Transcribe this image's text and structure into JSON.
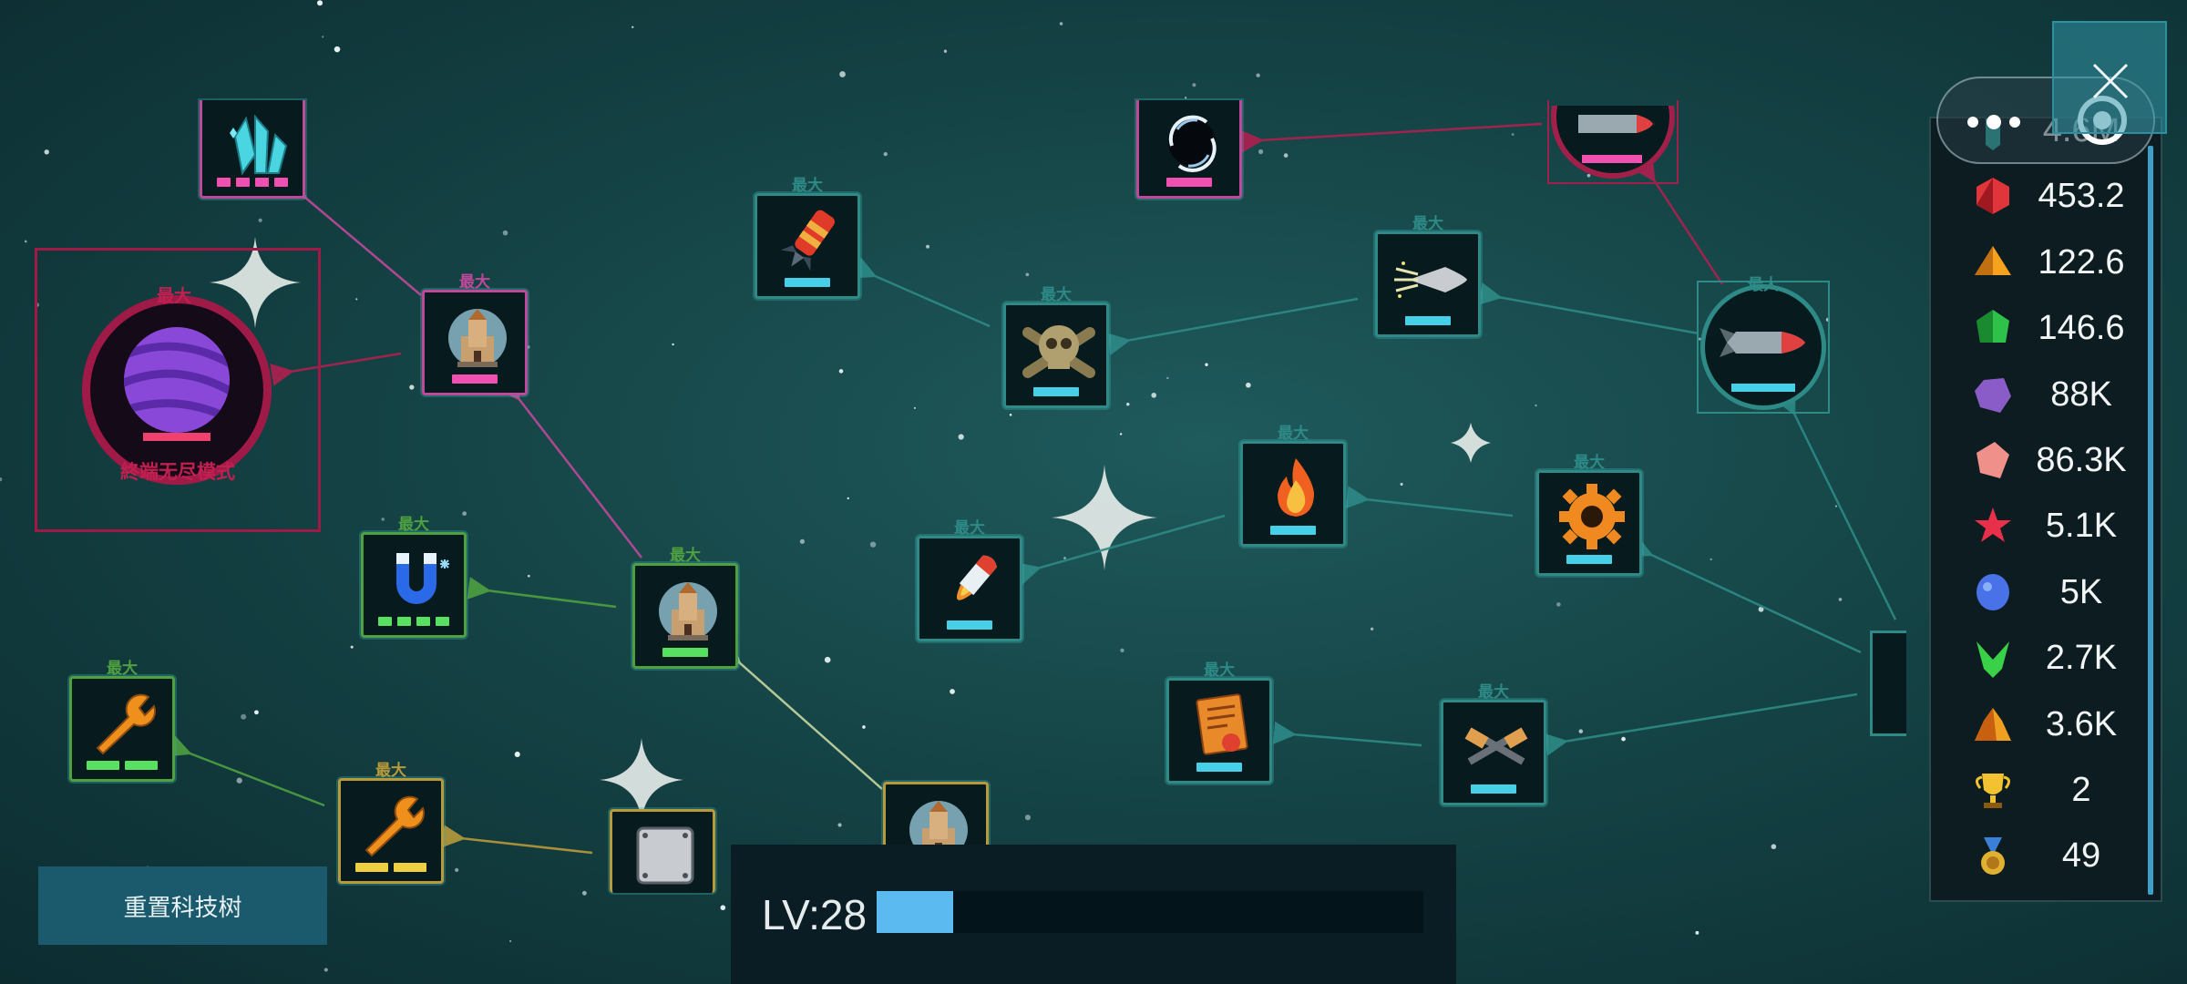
{
  "tech_tree": {
    "max_label": "最大",
    "reset_button": "重置科技树",
    "endless_mode_label": "終端无尽模式",
    "nodes": [
      {
        "id": "crystal",
        "icon": "crystal-cluster-icon",
        "theme": "pink",
        "bars": 4,
        "max": false
      },
      {
        "id": "portal",
        "icon": "black-hole-portal-icon",
        "theme": "pink",
        "bars": 1,
        "max": false
      },
      {
        "id": "rocket-top",
        "icon": "missile-icon",
        "theme": "pink",
        "bars": 1,
        "max": false
      },
      {
        "id": "castle-pink",
        "icon": "castle-tower-icon",
        "theme": "pink",
        "bars": 1,
        "max": true
      },
      {
        "id": "rocket-red",
        "icon": "red-rocket-icon",
        "theme": "cyan",
        "bars": 1,
        "max": true
      },
      {
        "id": "skull",
        "icon": "skull-crossbones-icon",
        "theme": "cyan",
        "bars": 1,
        "max": true
      },
      {
        "id": "bullet-spray",
        "icon": "bullet-spray-icon",
        "theme": "cyan",
        "bars": 1,
        "max": true
      },
      {
        "id": "missile-round",
        "icon": "missile-icon",
        "theme": "cyan",
        "bars": 1,
        "max": true
      },
      {
        "id": "magnet",
        "icon": "frost-magnet-icon",
        "theme": "green",
        "bars": 4,
        "max": true
      },
      {
        "id": "castle-green",
        "icon": "castle-tower-icon",
        "theme": "green",
        "bars": 1,
        "max": true
      },
      {
        "id": "flame-rocket",
        "icon": "flame-rocket-icon",
        "theme": "cyan",
        "bars": 1,
        "max": true
      },
      {
        "id": "fire",
        "icon": "fire-icon",
        "theme": "cyan",
        "bars": 1,
        "max": true
      },
      {
        "id": "gear",
        "icon": "gear-icon",
        "theme": "cyan",
        "bars": 1,
        "max": true
      },
      {
        "id": "wrench-green",
        "icon": "wrench-icon",
        "theme": "green",
        "bars": 2,
        "max": true
      },
      {
        "id": "wrench-yellow",
        "icon": "wrench-icon",
        "theme": "yellow",
        "bars": 2,
        "max": true
      },
      {
        "id": "metal-plate",
        "icon": "metal-plate-icon",
        "theme": "yellow",
        "bars": 0,
        "max": true
      },
      {
        "id": "castle-yellow",
        "icon": "castle-tower-icon",
        "theme": "yellow",
        "bars": 1,
        "max": true
      },
      {
        "id": "scroll-seal",
        "icon": "scroll-seal-icon",
        "theme": "cyan",
        "bars": 1,
        "max": true
      },
      {
        "id": "crossed-guns",
        "icon": "crossed-guns-icon",
        "theme": "cyan",
        "bars": 1,
        "max": true
      }
    ]
  },
  "resources": [
    {
      "icon": "teal-gem-icon",
      "value": "4.6M",
      "color": "#2fb5a8"
    },
    {
      "icon": "red-gem-icon",
      "value": "453.2",
      "color": "#e0353a"
    },
    {
      "icon": "orange-gem-icon",
      "value": "122.6",
      "color": "#f5a21f"
    },
    {
      "icon": "green-gem-icon",
      "value": "146.6",
      "color": "#2fc24a"
    },
    {
      "icon": "purple-gem-icon",
      "value": "88K",
      "color": "#8a5cc8"
    },
    {
      "icon": "pink-crystal-icon",
      "value": "86.3K",
      "color": "#f0908a"
    },
    {
      "icon": "red-star-icon",
      "value": "5.1K",
      "color": "#e8304a"
    },
    {
      "icon": "blue-orb-icon",
      "value": "5K",
      "color": "#4a72e8"
    },
    {
      "icon": "green-leaf-gem-icon",
      "value": "2.7K",
      "color": "#3ad048"
    },
    {
      "icon": "gold-ore-icon",
      "value": "3.6K",
      "color": "#f0a020"
    },
    {
      "icon": "trophy-icon",
      "value": "2",
      "color": "#f2c230"
    },
    {
      "icon": "medal-icon",
      "value": "49",
      "color": "#e0b030"
    }
  ],
  "level": {
    "label": "LV:28",
    "progress_fraction": 0.14
  },
  "colors": {
    "pink": "#c0489a",
    "cyan": "#2d8a86",
    "green": "#4ea040",
    "yellow": "#b89a3a",
    "crimson": "#a0204a",
    "bar_cyan": "#46d0e8",
    "bar_pink": "#f050b0",
    "bar_green": "#58e060",
    "bar_yellow": "#f0d040"
  }
}
